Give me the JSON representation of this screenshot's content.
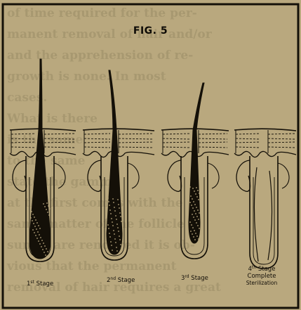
{
  "figure": {
    "title": "FIG. 5",
    "colors": {
      "paper": "#b9a87e",
      "ink": "#141008",
      "faded_text": "#9a8b66"
    },
    "stages": [
      {
        "ordinal": "1",
        "suffix": "st",
        "label": "Stage",
        "extra": ""
      },
      {
        "ordinal": "2",
        "suffix": "nd",
        "label": "Stage",
        "extra": ""
      },
      {
        "ordinal": "3",
        "suffix": "rd",
        "label": "Stage",
        "extra": ""
      },
      {
        "ordinal": "4",
        "suffix": "th",
        "label": "Stage",
        "extra": "Complete",
        "extra2": "Sterilization"
      }
    ]
  },
  "background_text": [
    "of time required for the per-",
    "manent removal of hair and/or",
    "and the apprehension of re-",
    "growth is none. In most",
    "cases.",
    "What is there",
    "is the same",
    "to the same",
    "stato the gamma",
    "at the first comes with the",
    "same matter of the follicle",
    "sumes are rendered it is ob-",
    "vious that the permanent",
    "removal of hair requires a great"
  ]
}
